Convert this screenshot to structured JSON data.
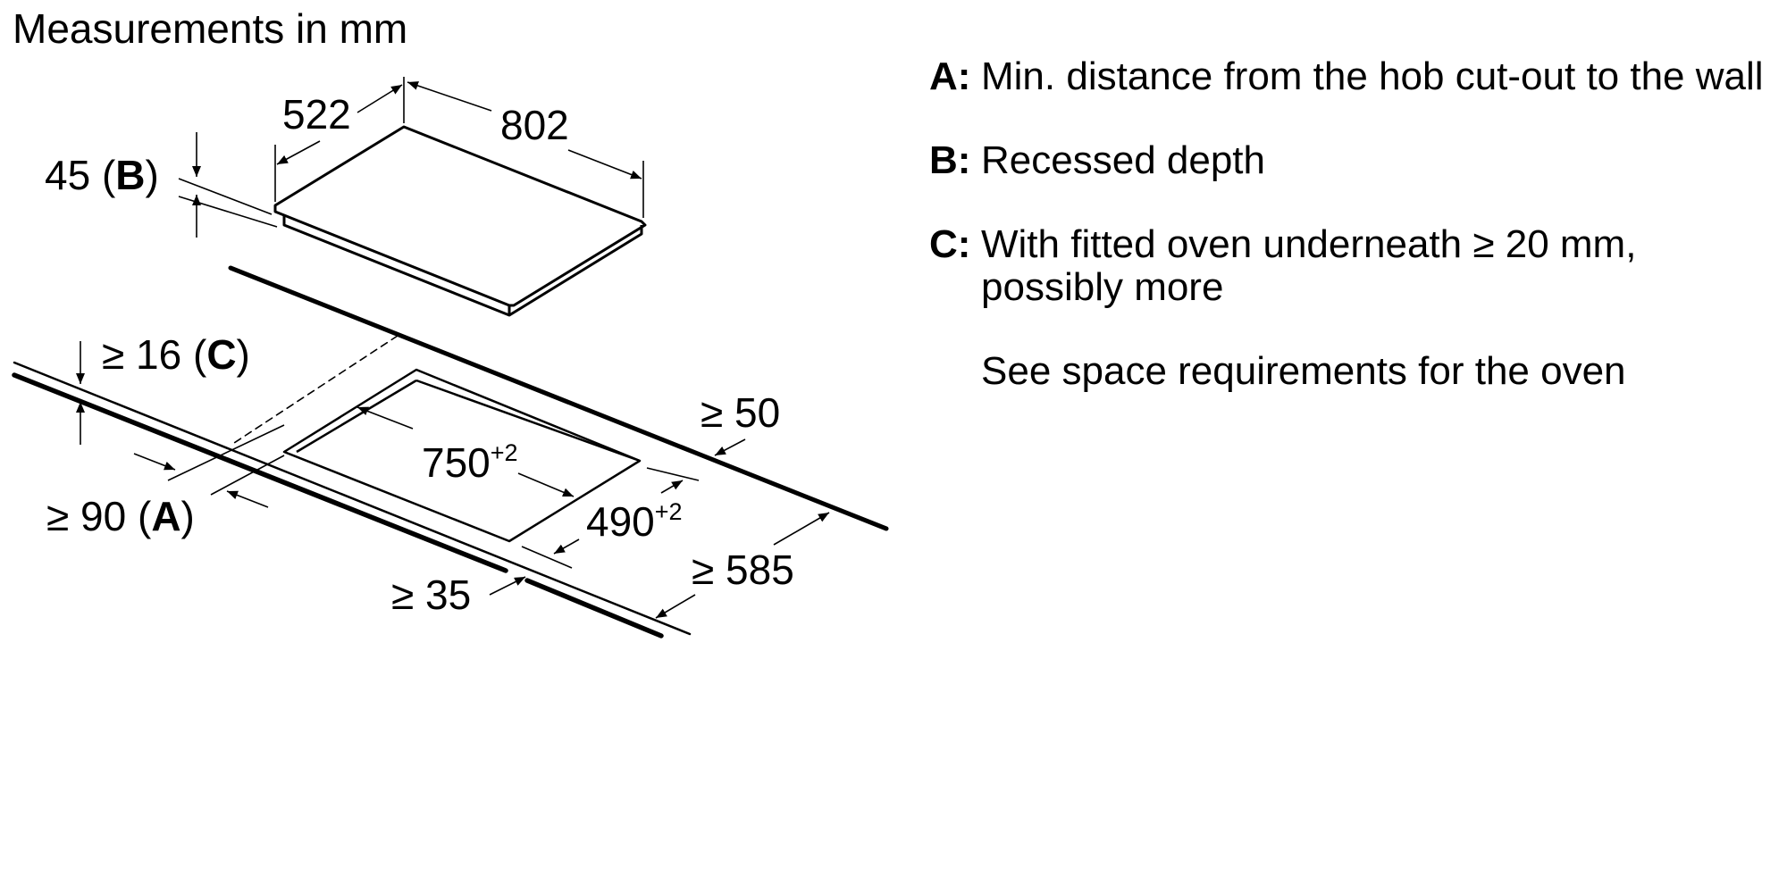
{
  "header": {
    "title": "Measurements in mm"
  },
  "labels": {
    "depth": "522",
    "width": "802",
    "recess": "45",
    "recess_key": "B",
    "oven_gap": "≥ 16",
    "oven_gap_key": "C",
    "wall_gap": "≥ 90",
    "wall_gap_key": "A",
    "cutout_width": "750",
    "cutout_width_tol": "+2",
    "cutout_depth": "490",
    "cutout_depth_tol": "+2",
    "rear_gap": "≥ 50",
    "front_gap": "≥ 35",
    "worktop_depth": "≥ 585"
  },
  "legend": {
    "a": {
      "key": "A:",
      "text": "Min. distance from the hob cut-out to the wall"
    },
    "b": {
      "key": "B:",
      "text": "Recessed depth"
    },
    "c": {
      "key": "C:",
      "text": "With fitted oven underneath ≥ 20 mm, possibly more"
    },
    "note": "See space requirements for the oven"
  }
}
